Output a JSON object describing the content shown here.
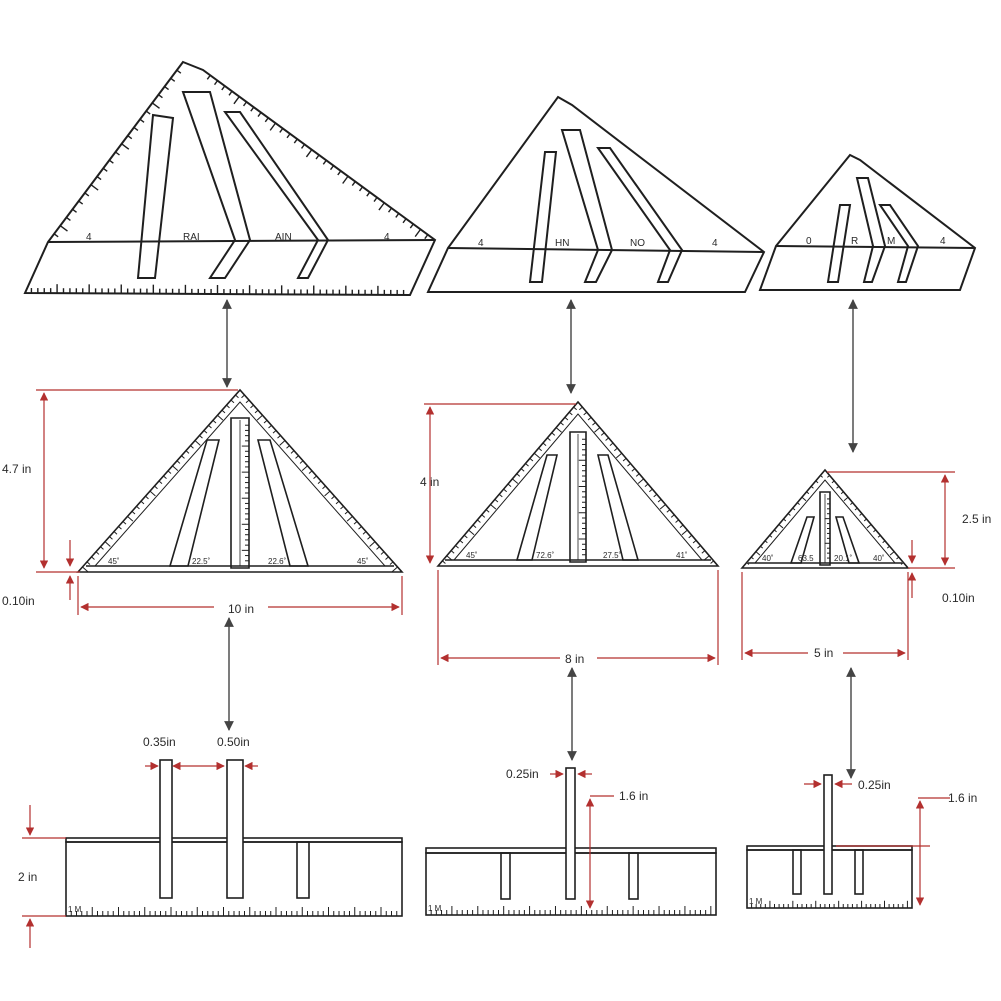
{
  "colors": {
    "dimension": "#b3302f",
    "outline": "#1f1f1f",
    "connector": "#555555",
    "background": "#ffffff"
  },
  "top_row": {
    "large": {
      "labels": [
        "4",
        "RAI",
        "AIN",
        "4"
      ]
    },
    "medium": {
      "labels": [
        "4",
        "HN",
        "NO",
        "4"
      ]
    },
    "small": {
      "labels": [
        "0",
        "R",
        "M",
        "4"
      ]
    }
  },
  "middle_row": {
    "large": {
      "angles": [
        "45˚",
        "22.5˚",
        "22.6˚",
        "45˚"
      ],
      "height": "4.7 in",
      "base_thickness": "0.10in",
      "width": "10 in"
    },
    "medium": {
      "angles": [
        "45˚",
        "72.6˚",
        "27.5˚",
        "41˚"
      ],
      "height": "4 in",
      "width": "8 in"
    },
    "small": {
      "angles": [
        "40˚",
        "63.5",
        "20.1˚",
        "40˚"
      ],
      "height": "2.5 in",
      "base_thickness": "0.10in",
      "width": "5 in"
    }
  },
  "bottom_row": {
    "large": {
      "slot_width_a": "0.35in",
      "slot_width_b": "0.50in",
      "height": "2 in",
      "scale_label": "1 M"
    },
    "medium": {
      "slot_width": "0.25in",
      "slot_depth": "1.6 in",
      "scale_label": "1 M"
    },
    "small": {
      "slot_width": "0.25in",
      "slot_depth": "1.6 in",
      "scale_label": "1 M"
    }
  }
}
